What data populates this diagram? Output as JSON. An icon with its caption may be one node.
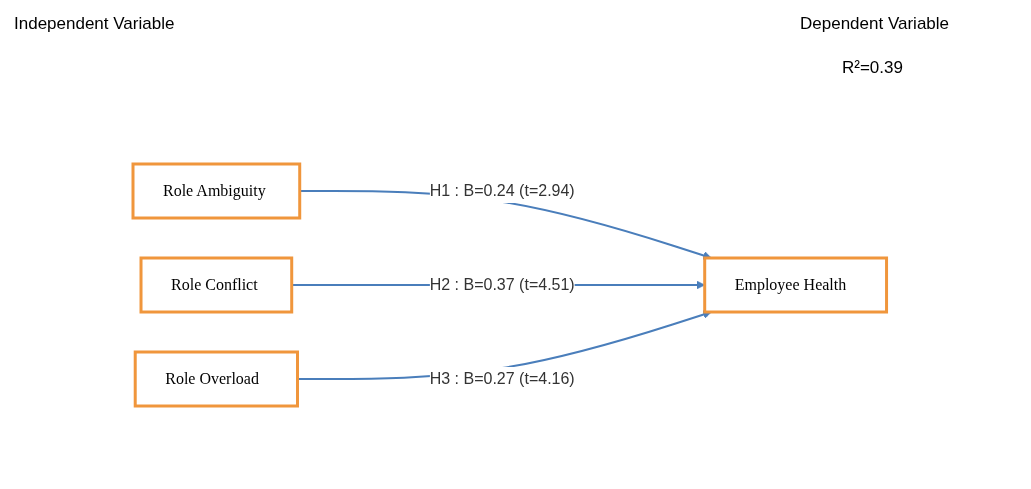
{
  "diagram": {
    "nodes": [
      {
        "text": [
          "Role Ambiguity"
        ]
      },
      {
        "text": [
          "Role Conflict"
        ]
      },
      {
        "text": [
          "Role Overload"
        ]
      },
      {
        "text": [
          "Employee Health"
        ]
      }
    ],
    "edges": [
      {
        "from": 0,
        "to": 3,
        "arrow": "to",
        "label": "H1 : B=0.24 (t=2.94)"
      },
      {
        "from": 1,
        "to": 3,
        "arrow": "to",
        "label": "H2 : B=0.37 (t=4.51)"
      },
      {
        "from": 2,
        "to": 3,
        "arrow": "to",
        "label": "H3 : B=0.27 (t=4.16)"
      }
    ],
    "labels": [
      "Independent Variable",
      "Dependent Variable",
      "R²=0.39"
    ]
  }
}
